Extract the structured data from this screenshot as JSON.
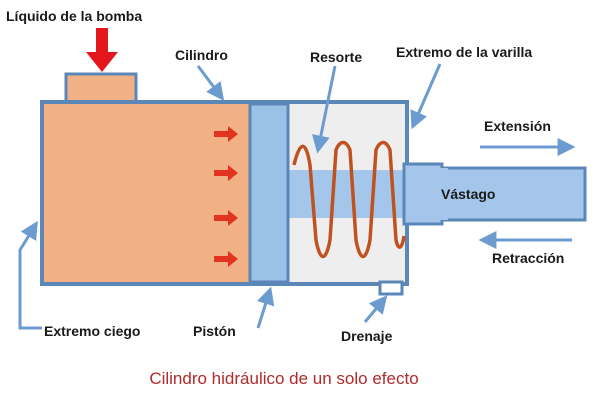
{
  "labels": {
    "pump_fluid": "Líquido de la bomba",
    "cylinder": "Cilindro",
    "spring": "Resorte",
    "rod_end": "Extremo de la varilla",
    "extension": "Extensión",
    "rod": "Vástago",
    "retraction": "Retracción",
    "blind_end": "Extremo ciego",
    "piston": "Pistón",
    "drain": "Drenaje"
  },
  "caption": "Cilindro hidráulico de un solo efecto",
  "colors": {
    "fluid": "#f2b184",
    "cylinder_outline": "#5b86b8",
    "piston": "#9cc1e6",
    "rod": "#a3c6ea",
    "chamber": "#eeeeee",
    "spring": "#c0521f",
    "pointer": "#6b9bcf",
    "inlet_arrow": "#e3161b",
    "flow_arrow": "#e23320",
    "caption": "#b22a2a"
  }
}
